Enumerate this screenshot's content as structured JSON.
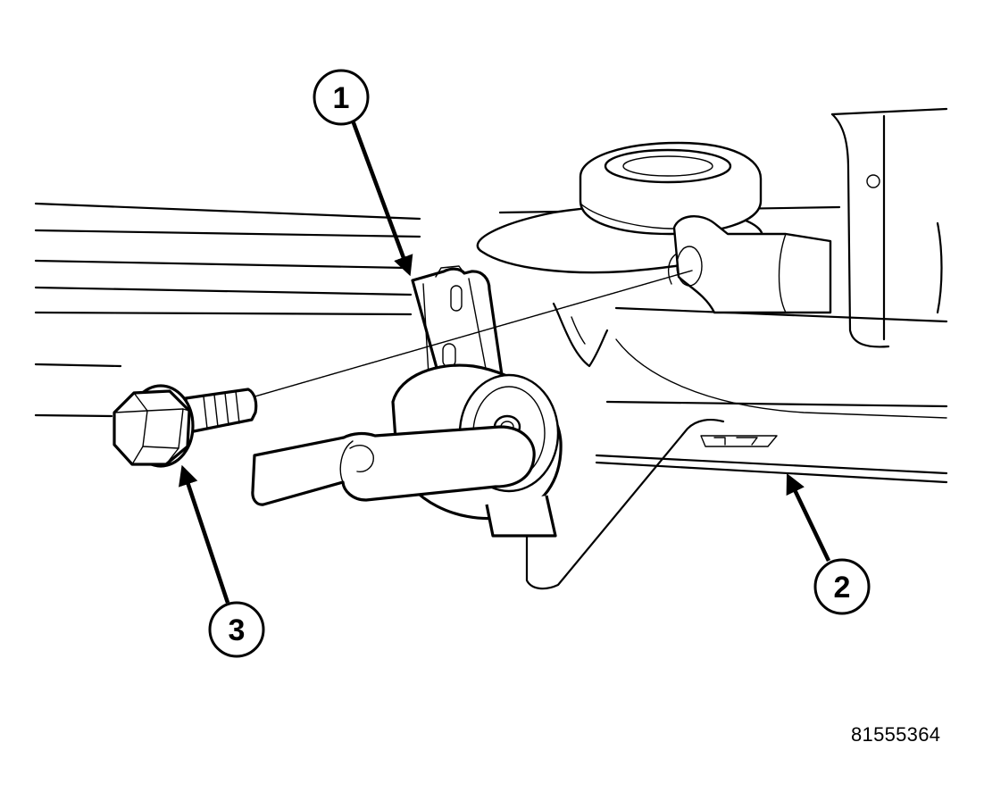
{
  "figure": {
    "id_text": "81555364"
  },
  "callouts": [
    {
      "number": "1",
      "target": "sensor"
    },
    {
      "number": "2",
      "target": "frame"
    },
    {
      "number": "3",
      "target": "bolt"
    }
  ]
}
